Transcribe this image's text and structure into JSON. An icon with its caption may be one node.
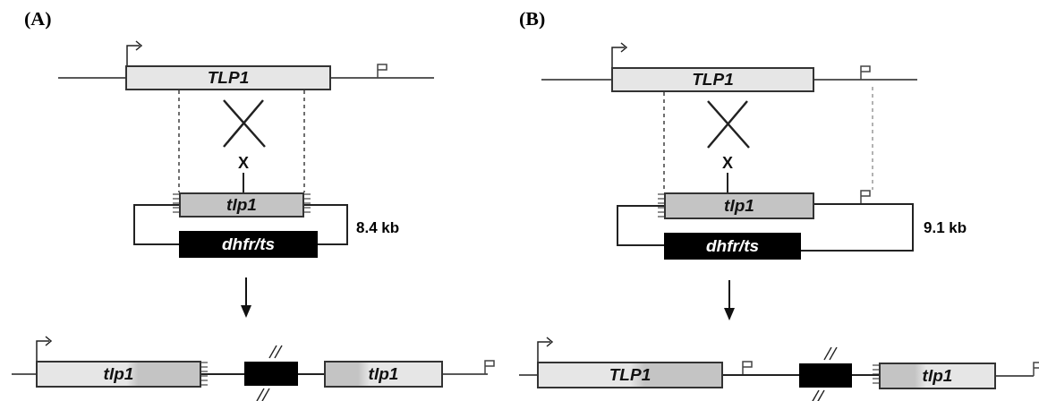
{
  "diagram": {
    "nodes": [
      {
        "text": [
          "TLP1"
        ]
      },
      {
        "text": [
          "X"
        ]
      },
      {
        "text": [
          "tlp1"
        ]
      },
      {
        "text": [
          "dhfr/ts"
        ]
      },
      {
        "text": [
          "tlp1"
        ]
      },
      {
        "text": [],
        "shape": "box"
      },
      {
        "text": [
          "tlp1"
        ]
      },
      {
        "text": [
          "TLP1"
        ]
      },
      {
        "text": [
          "X"
        ]
      },
      {
        "text": [
          "tlp1"
        ]
      },
      {
        "text": [
          "dhfr/ts"
        ]
      },
      {
        "text": [
          "TLP1"
        ]
      },
      {
        "text": [],
        "shape": "box"
      },
      {
        "text": [
          "tlp1"
        ]
      }
    ],
    "edges": [
      {
        "from": 0,
        "to": 2,
        "arrow": "none",
        "style": "dashed"
      },
      {
        "from": 0,
        "to": 2,
        "arrow": "none",
        "style": "dashed"
      },
      {
        "from": 1,
        "to": 2,
        "arrow": "none"
      },
      {
        "from": 2,
        "to": 3,
        "arrow": "none"
      },
      {
        "from": 2,
        "to": 3,
        "arrow": "none"
      },
      {
        "from": 4,
        "to": 5,
        "arrow": "none"
      },
      {
        "from": 5,
        "to": 6,
        "arrow": "none"
      },
      {
        "from": 7,
        "to": 9,
        "arrow": "none",
        "style": "dashed"
      },
      {
        "from": 8,
        "to": 9,
        "arrow": "none"
      },
      {
        "from": 9,
        "to": 10,
        "arrow": "none"
      },
      {
        "from": 9,
        "to": 10,
        "arrow": "none"
      },
      {
        "from": 11,
        "to": 12,
        "arrow": "none"
      },
      {
        "from": 12,
        "to": 13,
        "arrow": "none"
      }
    ],
    "labels": [
      "(A)",
      "(B)",
      "8.4 kb",
      "9.1 kb"
    ]
  }
}
